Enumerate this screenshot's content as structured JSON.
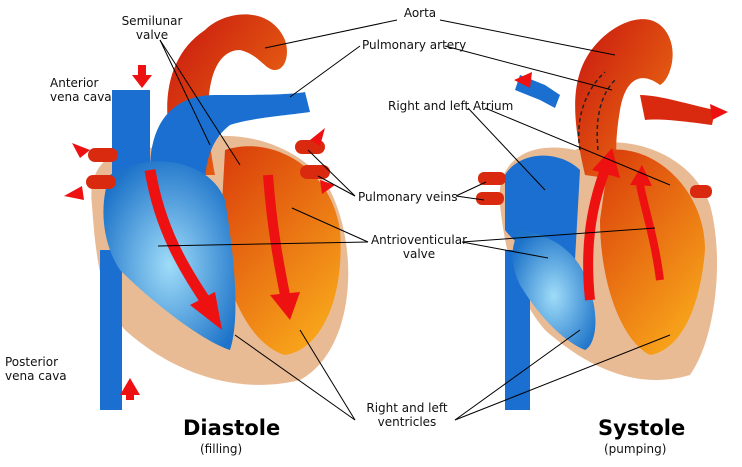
{
  "labels": {
    "aorta": "Aorta",
    "semilunar_valve": "Semilunar\nvalve",
    "pulmonary_artery": "Pulmonary artery",
    "anterior_vena_cava": "Anterior\nvena cava",
    "right_left_atrium": "Right and left Atrium",
    "pulmonary_veins": "Pulmonary veins",
    "antrioventicular_valve": "Antrioventicular\nvalve",
    "posterior_vena_cava": "Posterior\nvena cava",
    "right_left_ventricles": "Right and left\nventricles"
  },
  "diastole": {
    "title": "Diastole",
    "subtitle": "(filling)"
  },
  "systole": {
    "title": "Systole",
    "subtitle": "(pumping)"
  },
  "colors": {
    "deoxygenated": "#1a6fd0",
    "oxygenated": "#e0280e",
    "ventricle_orange": "#f28a12",
    "pericardium": "#e9bb95",
    "flow_arrow": "#ee1111"
  }
}
